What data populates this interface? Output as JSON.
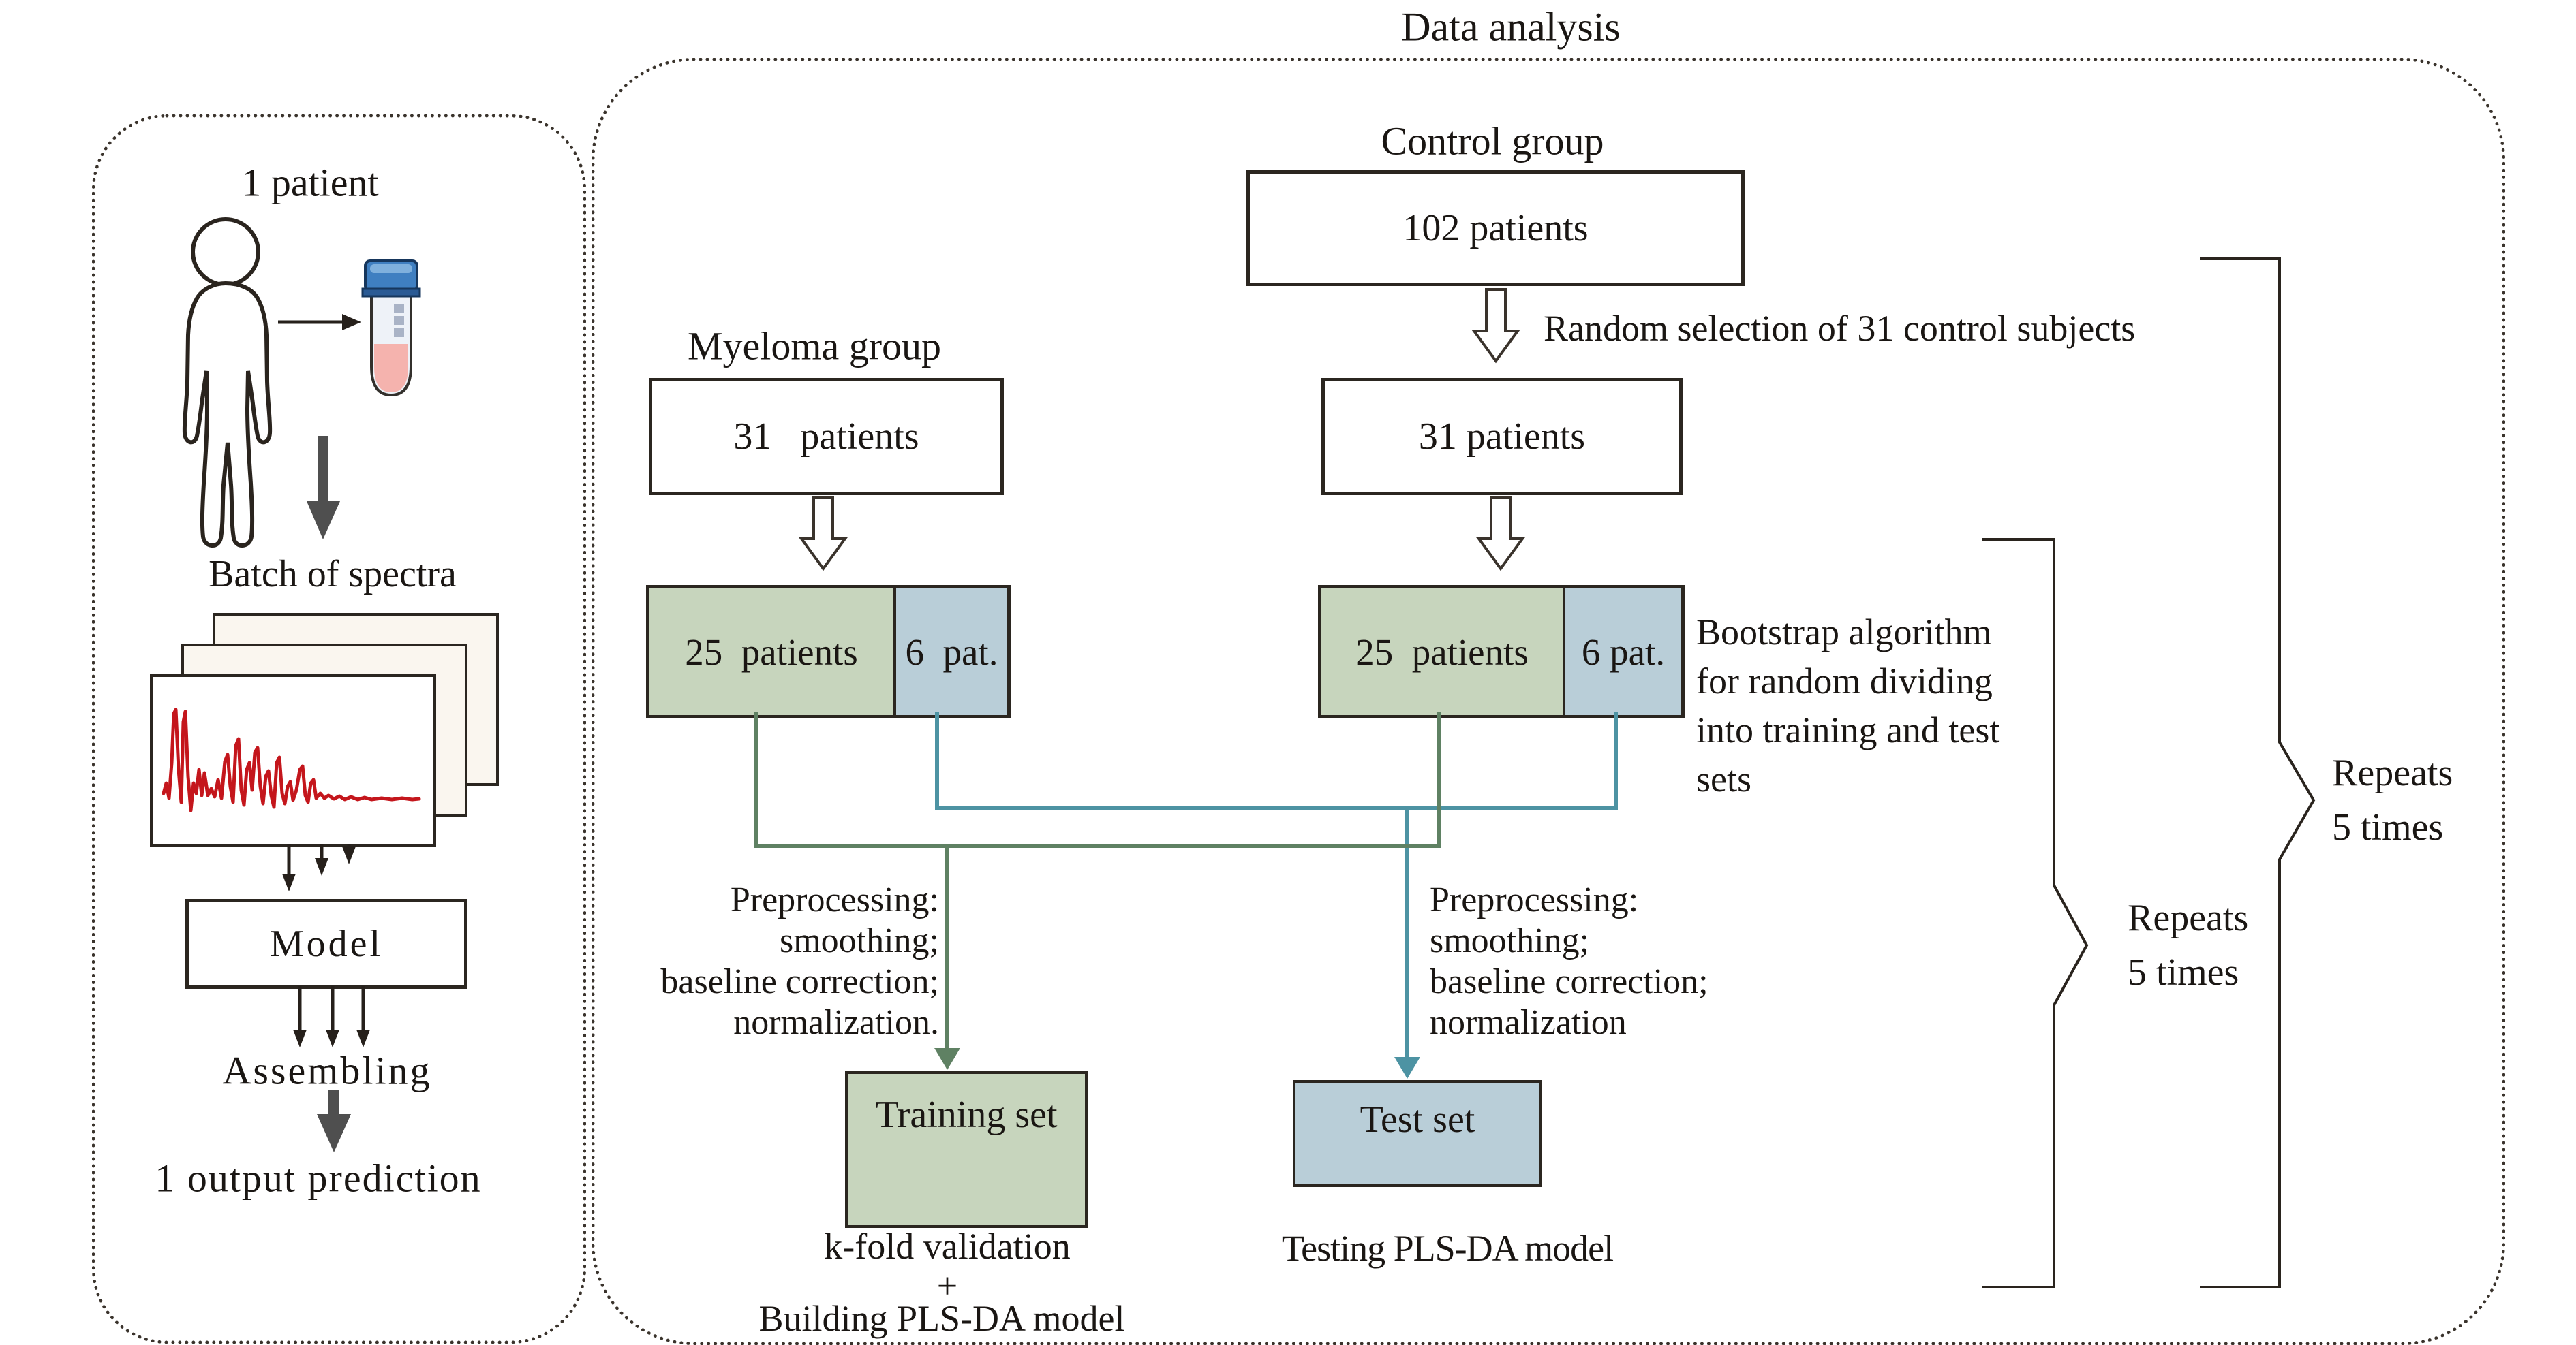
{
  "left_panel": {
    "title": "1 patient",
    "batch_label": "Batch of spectra",
    "model_label": "Model",
    "assembling_label": "Assembling",
    "output_label": "1 output prediction"
  },
  "right_panel": {
    "title": "Data analysis",
    "control_group_label": "Control group",
    "control_group_count": "102 patients",
    "random_selection_note": "Random selection of 31 control subjects",
    "myeloma_group_label": "Myeloma group",
    "myeloma_count": "31   patients",
    "control_selected_count": "31 patients",
    "myeloma_split": {
      "train": "25  patients",
      "test": "6  pat."
    },
    "control_split": {
      "train": "25  patients",
      "test": "6 pat."
    },
    "bootstrap_note": [
      "Bootstrap algorithm",
      "for random dividing",
      "into training and test",
      "sets"
    ],
    "preprocessing_left": [
      "Preprocessing:",
      "smoothing;",
      "baseline correction;",
      "normalization."
    ],
    "preprocessing_right": [
      "Preprocessing:",
      "smoothing;",
      "baseline correction;",
      "normalization"
    ],
    "training_set_label": "Training set",
    "test_set_label": "Test set",
    "kfold_line1": "k-fold validation",
    "kfold_line2": "+",
    "kfold_line3": "Building PLS-DA model",
    "testing_label": "Testing PLS-DA model",
    "repeats_inner": [
      "Repeats",
      "5 times"
    ],
    "repeats_outer": [
      "Repeats",
      "5 times"
    ]
  },
  "colors": {
    "train_fill": "#c7d5bd",
    "test_fill": "#b9ced8",
    "train_line": "#5f8163",
    "test_line": "#4d93a3",
    "spectrum_red": "#c4161c",
    "arrow_gray": "#4f4f4f",
    "border_dark": "#2b2620"
  }
}
